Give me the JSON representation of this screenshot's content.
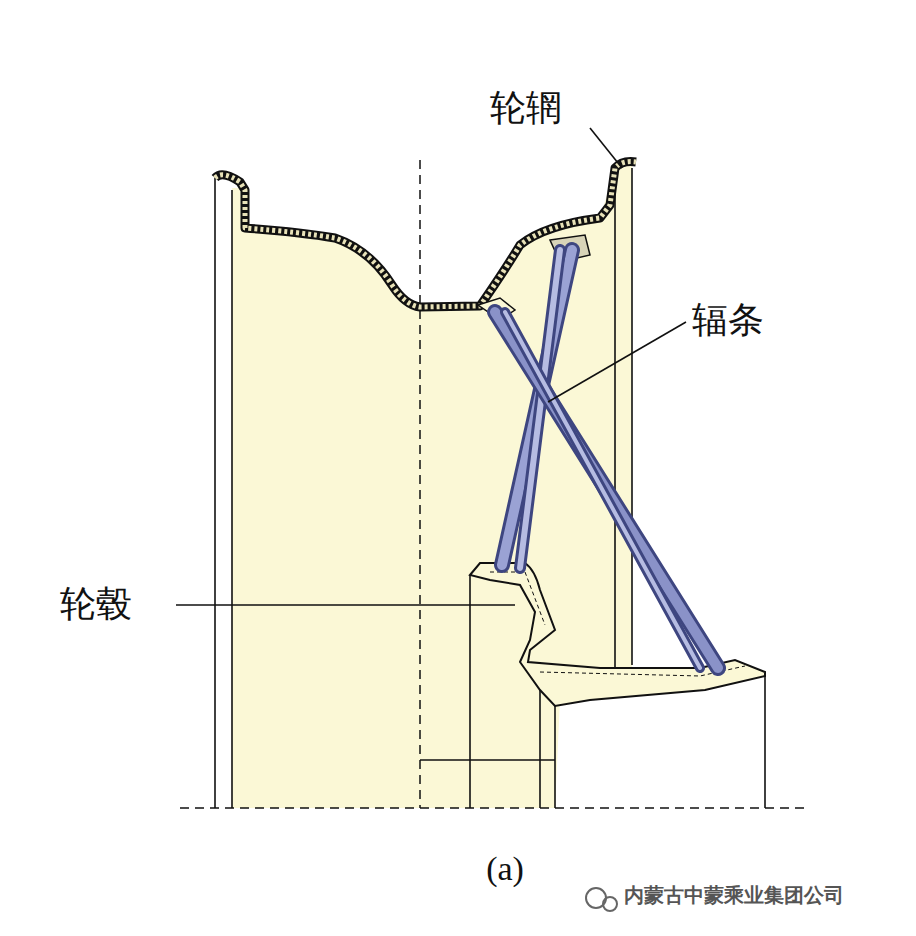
{
  "diagram": {
    "caption": "(a)",
    "labels": [
      "轮辋",
      "辐条",
      "轮毂",
      "内蒙古中蒙乘业集团公司"
    ]
  }
}
